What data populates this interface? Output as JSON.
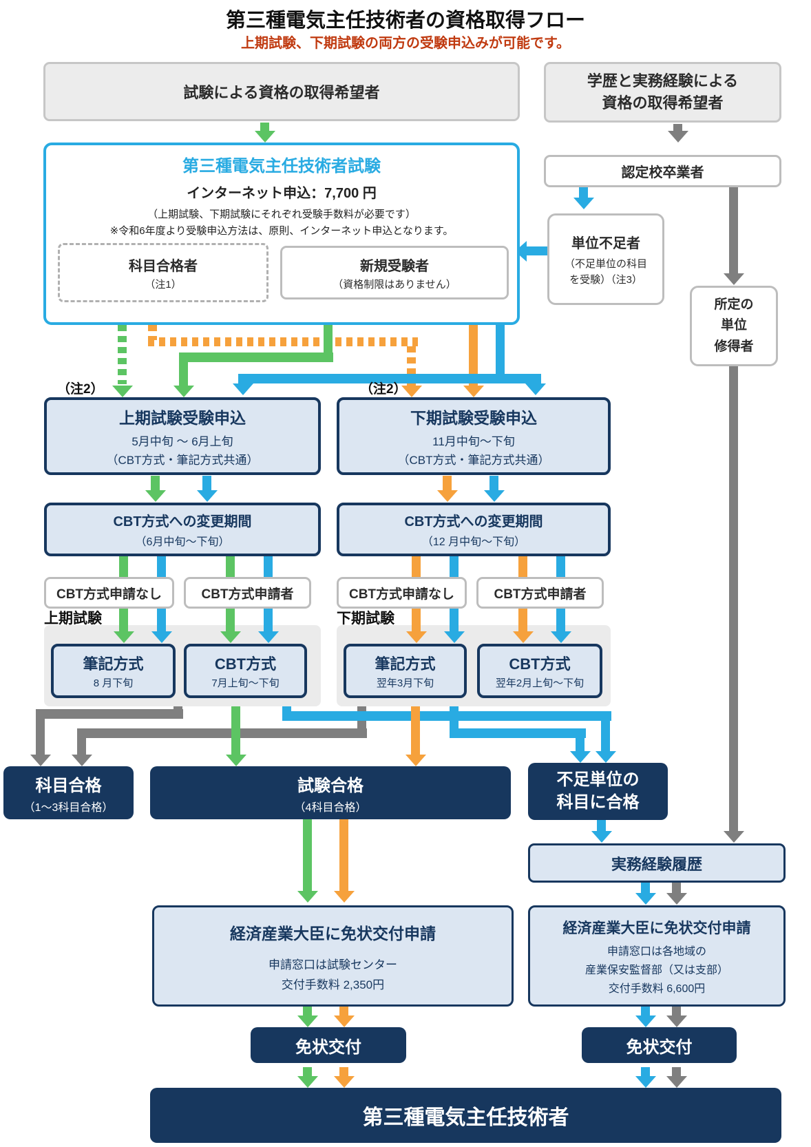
{
  "title": "第三種電気主任技術者の資格取得フロー",
  "subtitle": "上期試験、下期試験の両方の受験申込みが可能です。",
  "colors": {
    "blue": "#29ABE2",
    "green": "#5CC463",
    "orange": "#F6A13C",
    "gray": "#7F7F7F",
    "navy": "#17375E",
    "navyfill": "#DCE6F2",
    "titlered": "#C03A10"
  },
  "top": {
    "exam_seekers": "試験による資格の取得希望者",
    "edu_seekers_line1": "学歴と実務経験による",
    "edu_seekers_line2": "資格の取得希望者"
  },
  "exam_box": {
    "title": "第三種電気主任技術者試験",
    "fee": "インターネット申込：7,700 円",
    "note1": "（上期試験、下期試験にそれぞれ受験手数料が必要です）",
    "note2": "※令和6年度より受験申込方法は、原則、インターネット申込となります。",
    "subject_passers": "科目合格者",
    "subject_passers_note": "（注1）",
    "new_examinees": "新規受験者",
    "new_examinees_note": "（資格制限はありません）"
  },
  "right_route": {
    "certified_school_graduates": "認定校卒業者",
    "credit_deficient": "単位不足者",
    "credit_deficient_note1": "（不足単位の科目",
    "credit_deficient_note2": "を受験）（注3）",
    "prescribed_credits_line1": "所定の",
    "prescribed_credits_line2": "単位",
    "prescribed_credits_line3": "修得者"
  },
  "annotations": {
    "note2_left": "（注2）",
    "note2_right": "（注2）"
  },
  "applications": {
    "first_term": {
      "title": "上期試験受験申込",
      "period": "5月中旬 ～ 6月上旬",
      "common": "（CBT方式・筆記方式共通）"
    },
    "second_term": {
      "title": "下期試験受験申込",
      "period": "11月中旬～下旬",
      "common": "（CBT方式・筆記方式共通）"
    }
  },
  "cbt_change": {
    "first_term": {
      "title": "CBT方式への変更期間",
      "period": "（6月中旬～下旬）"
    },
    "second_term": {
      "title": "CBT方式への変更期間",
      "period": "（12 月中旬～下旬）"
    }
  },
  "cbt_choice": {
    "no_application": "CBT方式申請なし",
    "applicant": "CBT方式申請者"
  },
  "sessions": {
    "first_term": {
      "label": "上期試験",
      "written": {
        "title": "筆記方式",
        "period": "8 月下旬"
      },
      "cbt": {
        "title": "CBT方式",
        "period": "7月上旬～下旬"
      }
    },
    "second_term": {
      "label": "下期試験",
      "written": {
        "title": "筆記方式",
        "period": "翌年3月下旬"
      },
      "cbt": {
        "title": "CBT方式",
        "period": "翌年2月上旬～下旬"
      }
    }
  },
  "results": {
    "subject_pass": {
      "title": "科目合格",
      "note": "（1～3科目合格）"
    },
    "exam_pass": {
      "title": "試験合格",
      "note": "（4科目合格）"
    },
    "credit_pass": {
      "line1": "不足単位の",
      "line2": "科目に合格"
    }
  },
  "work_experience": "実務経験履歴",
  "license_application": {
    "left": {
      "title": "経済産業大臣に免状交付申請",
      "line1": "申請窓口は試験センター",
      "line2": "交付手数料 2,350円"
    },
    "right": {
      "title": "経済産業大臣に免状交付申請",
      "line1": "申請窓口は各地域の",
      "line2": "産業保安監督部（又は支部）",
      "line3": "交付手数料 6,600円"
    }
  },
  "license_issue": {
    "left": "免状交付",
    "right": "免状交付"
  },
  "final_title": "第三種電気主任技術者"
}
